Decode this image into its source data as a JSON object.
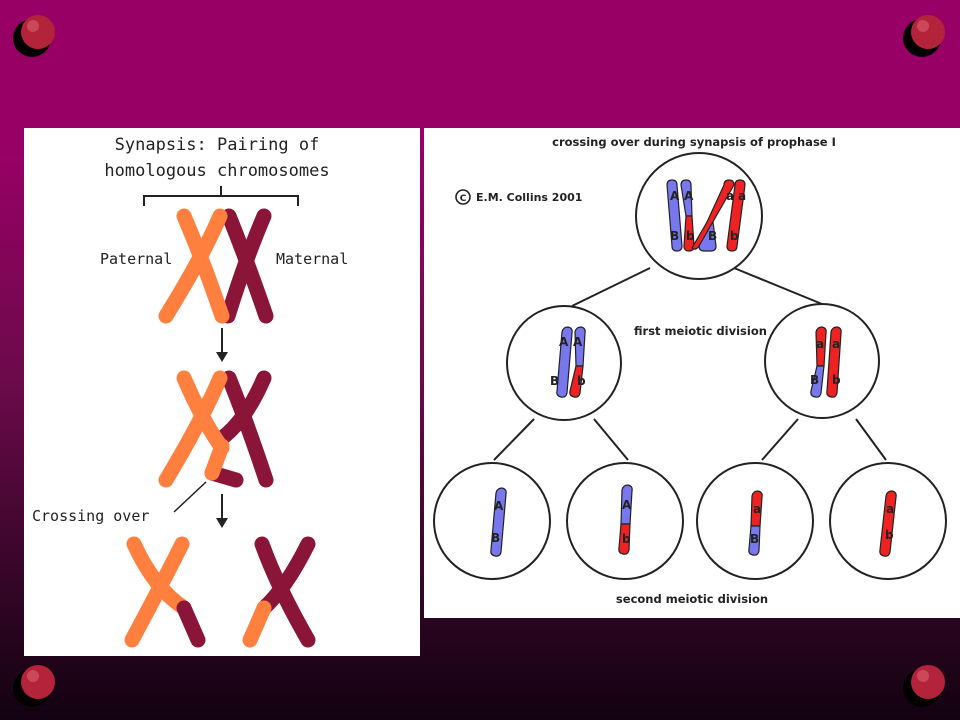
{
  "colors": {
    "background_top": "#990066",
    "paternal": "#ff7f3f",
    "maternal": "#8a1538",
    "allele_blue": "#7777ee",
    "allele_red": "#ee2222",
    "corner_bullet": "#b3243a"
  },
  "left_figure": {
    "title_line1": "Synapsis: Pairing of",
    "title_line2": "homologous chromosomes",
    "paternal_label": "Paternal",
    "maternal_label": "Maternal",
    "crossing_over_label": "Crossing over"
  },
  "right_figure": {
    "title": "crossing over during synapsis of prophase I",
    "copyright": "E.M. Collins 2001",
    "copyright_symbol": "C",
    "first_division_label": "first meiotic division",
    "second_division_label": "second meiotic division",
    "top_cell": {
      "top_alleles": [
        "A",
        "A",
        "a",
        "a"
      ],
      "bottom_alleles": [
        "B",
        "b",
        "B",
        "b"
      ]
    },
    "left_cell": {
      "top_alleles": [
        "A",
        "A"
      ],
      "bottom_alleles": [
        "B",
        "b"
      ]
    },
    "right_cell": {
      "top_alleles": [
        "a",
        "a"
      ],
      "bottom_alleles": [
        "B",
        "b"
      ]
    },
    "bottom_cells": [
      {
        "top": "A",
        "bottom": "B"
      },
      {
        "top": "A",
        "bottom": "b"
      },
      {
        "top": "a",
        "bottom": "B"
      },
      {
        "top": "a",
        "bottom": "b"
      }
    ]
  }
}
